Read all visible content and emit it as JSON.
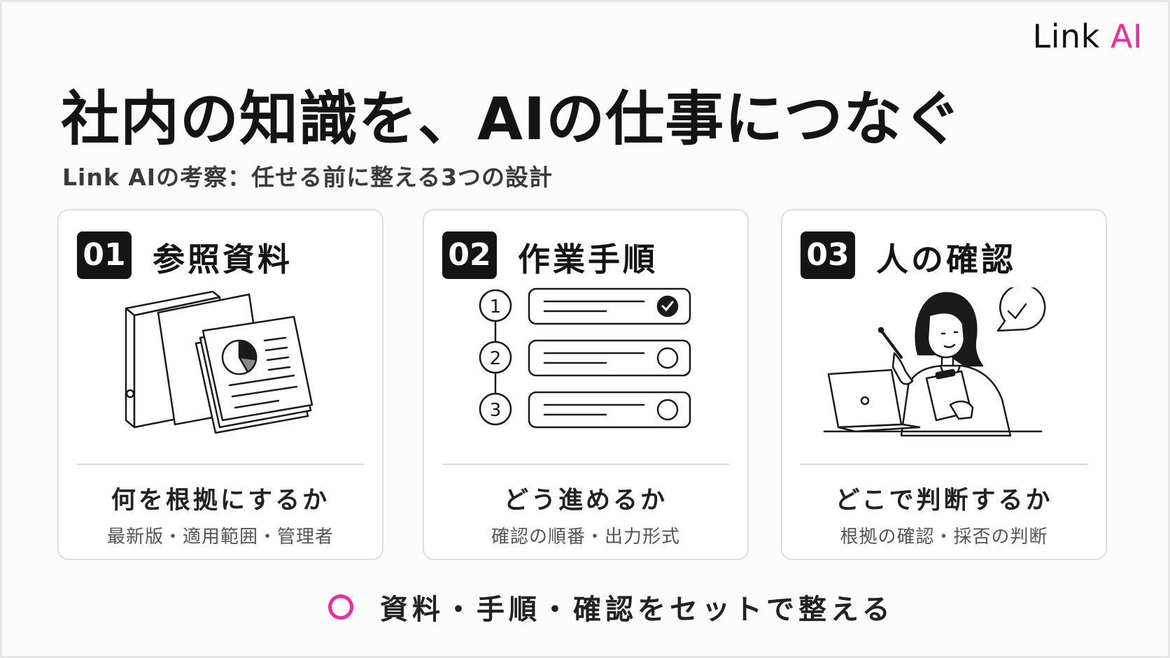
{
  "brand": {
    "logo_main": "Link",
    "logo_accent": "AI",
    "accent_color": "#ee2c9e"
  },
  "heading": {
    "title": "社内の知識を、AIの仕事につなぐ",
    "subtitle": "Link AIの考察：任せる前に整える3つの設計"
  },
  "cards": [
    {
      "number": "01",
      "title": "参照資料",
      "question": "何を根拠にするか",
      "detail": "最新版・適用範囲・管理者",
      "icon": "documents-binder-icon"
    },
    {
      "number": "02",
      "title": "作業手順",
      "question": "どう進めるか",
      "detail": "確認の順番・出力形式",
      "icon": "step-checklist-icon",
      "steps": [
        "1",
        "2",
        "3"
      ]
    },
    {
      "number": "03",
      "title": "人の確認",
      "question": "どこで判断するか",
      "detail": "根拠の確認・採否の判断",
      "icon": "person-reviewing-icon"
    }
  ],
  "footer": {
    "text": "資料・手順・確認をセットで整える",
    "icon": "ring-icon"
  }
}
